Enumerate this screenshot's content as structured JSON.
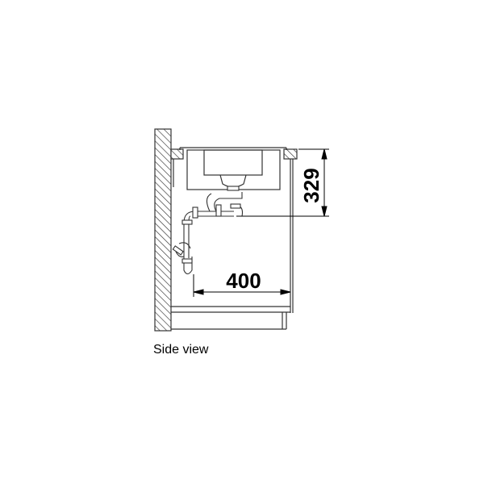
{
  "diagram": {
    "dimension_height": "329",
    "dimension_depth": "400",
    "caption": "Side view",
    "line_color": "#000000",
    "stroke_color": "#333333"
  }
}
